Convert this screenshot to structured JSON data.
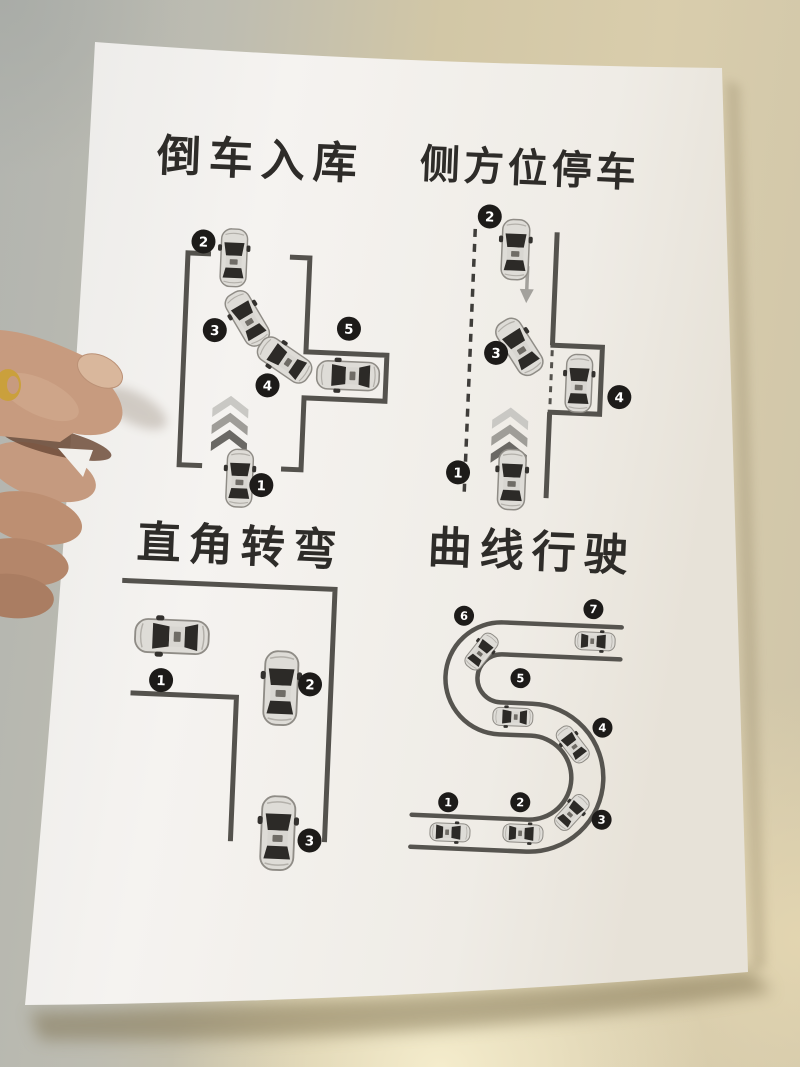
{
  "diagrams": [
    {
      "id": "daoche-ruku",
      "title": "倒车入库",
      "badges": [
        "1",
        "2",
        "3",
        "4",
        "5"
      ]
    },
    {
      "id": "cefangwei-tingche",
      "title": "侧方位停车",
      "badges": [
        "1",
        "2",
        "3",
        "4"
      ]
    },
    {
      "id": "zhijiao-zhuanwan",
      "title": "直角转弯",
      "badges": [
        "1",
        "2",
        "3"
      ]
    },
    {
      "id": "quxian-xingshi",
      "title": "曲线行驶",
      "badges": [
        "1",
        "2",
        "3",
        "4",
        "5",
        "6",
        "7"
      ]
    }
  ],
  "colors": {
    "badge": "#1d1b19",
    "road_line": "#54524d",
    "title_text": "#2e2c29",
    "paper": "#f3f1ed",
    "wall_left": "#b2b4af",
    "wall_right": "#d8cdab",
    "skin": "#c49a7e",
    "ring_gold": "#c9a03d",
    "chevron_light": "#c9c8c4",
    "chevron_mid": "#9f9d98",
    "chevron_dark": "#6a6864"
  }
}
